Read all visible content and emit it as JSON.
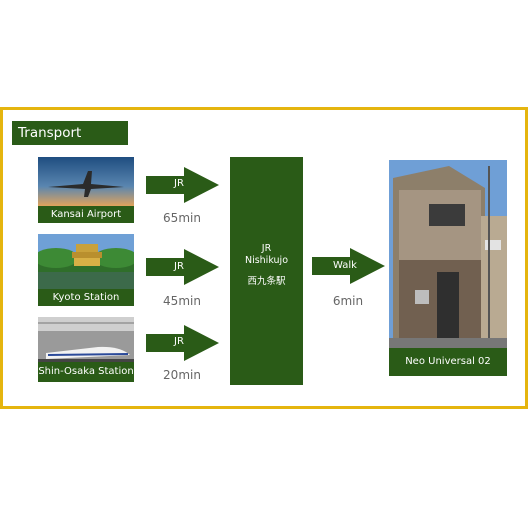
{
  "title": "Transport Access",
  "origins": [
    {
      "label": "Kansai Airport",
      "mode": "JR",
      "time": "65min"
    },
    {
      "label": "Kyoto Station",
      "mode": "JR",
      "time": "45min"
    },
    {
      "label": "Shin-Osaka Station",
      "mode": "JR",
      "time": "20min"
    }
  ],
  "hub": {
    "line1": "JR",
    "line2": "Nishikujo",
    "line3": "西九条駅"
  },
  "walk": {
    "mode": "Walk",
    "time": "6min"
  },
  "destination": {
    "label": "Neo Universal 02"
  },
  "colors": {
    "green": "#2a5b17",
    "frame": "#e5b50f",
    "time_text": "#666666"
  }
}
